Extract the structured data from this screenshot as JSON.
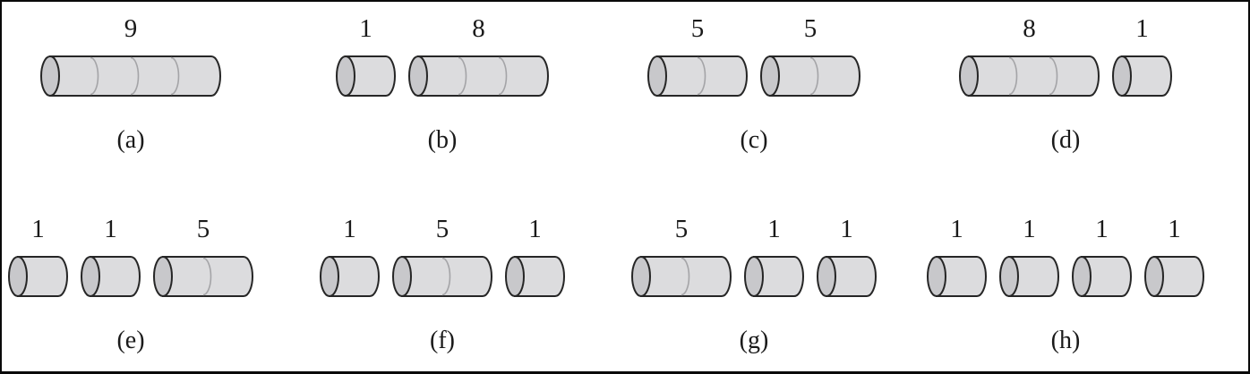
{
  "figure": {
    "background": "#ffffff",
    "frame_border_color": "#0a0a0a",
    "text_color": "#1a1a1a",
    "cylinder": {
      "body_fill": "#dcdcde",
      "cap_fill": "#c8c8cb",
      "outline": "#262626",
      "divider": "#a4a4a7"
    },
    "rows": [
      {
        "panels": [
          {
            "caption": "(a)",
            "pieces": [
              {
                "label": "9",
                "units": 4
              }
            ]
          },
          {
            "caption": "(b)",
            "pieces": [
              {
                "label": "1",
                "units": 1
              },
              {
                "label": "8",
                "units": 3
              }
            ]
          },
          {
            "caption": "(c)",
            "pieces": [
              {
                "label": "5",
                "units": 2
              },
              {
                "label": "5",
                "units": 2
              }
            ]
          },
          {
            "caption": "(d)",
            "pieces": [
              {
                "label": "8",
                "units": 3
              },
              {
                "label": "1",
                "units": 1
              }
            ]
          }
        ]
      },
      {
        "panels": [
          {
            "caption": "(e)",
            "pieces": [
              {
                "label": "1",
                "units": 1
              },
              {
                "label": "1",
                "units": 1
              },
              {
                "label": "5",
                "units": 2
              }
            ]
          },
          {
            "caption": "(f)",
            "pieces": [
              {
                "label": "1",
                "units": 1
              },
              {
                "label": "5",
                "units": 2
              },
              {
                "label": "1",
                "units": 1
              }
            ]
          },
          {
            "caption": "(g)",
            "pieces": [
              {
                "label": "5",
                "units": 2
              },
              {
                "label": "1",
                "units": 1
              },
              {
                "label": "1",
                "units": 1
              }
            ]
          },
          {
            "caption": "(h)",
            "pieces": [
              {
                "label": "1",
                "units": 1
              },
              {
                "label": "1",
                "units": 1
              },
              {
                "label": "1",
                "units": 1
              },
              {
                "label": "1",
                "units": 1
              }
            ]
          }
        ]
      }
    ]
  }
}
